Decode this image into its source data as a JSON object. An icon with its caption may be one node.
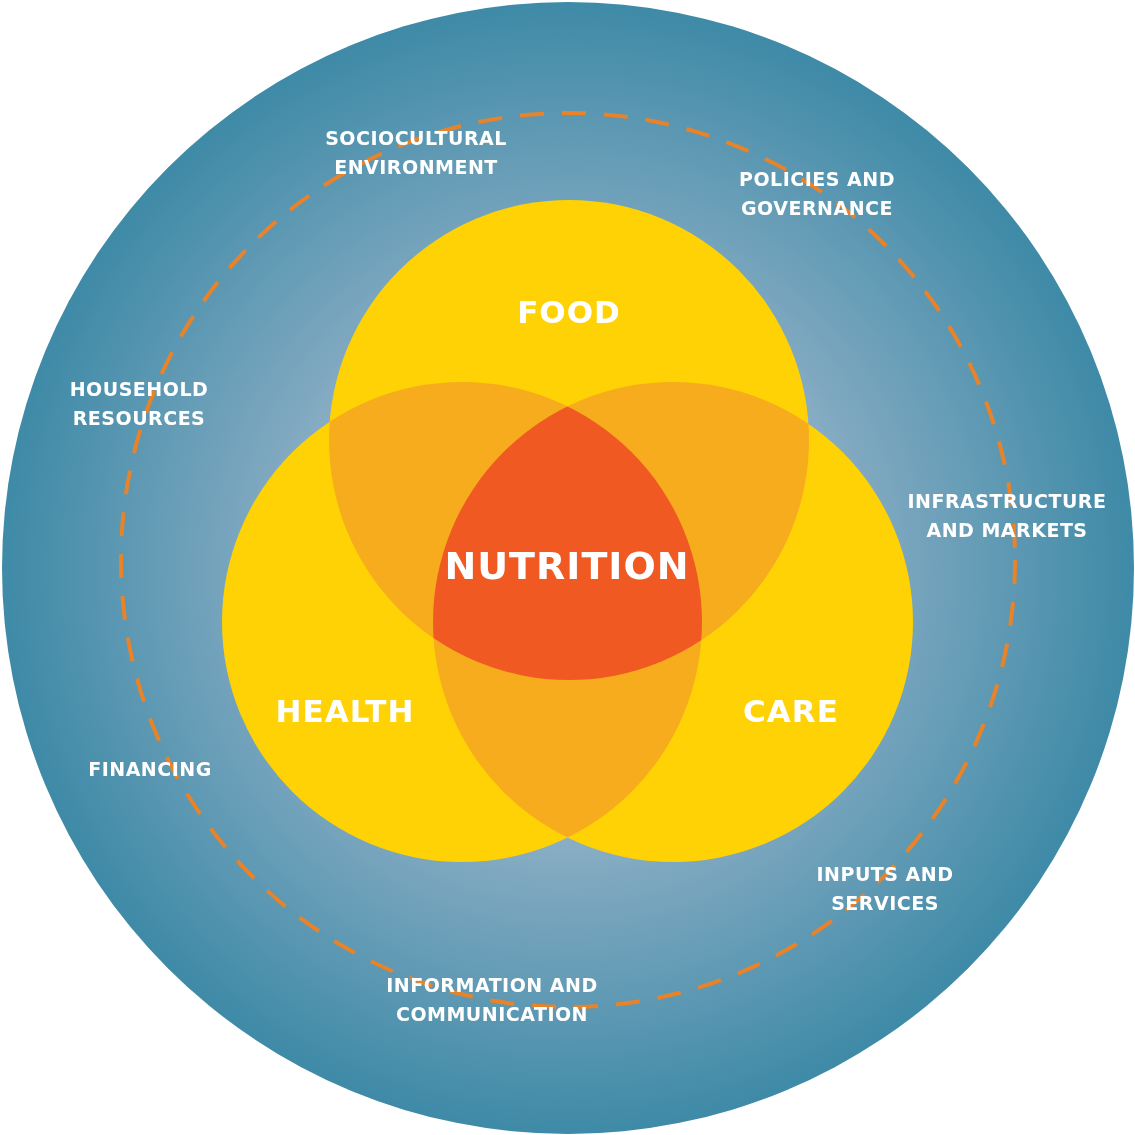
{
  "diagram": {
    "nodes": [
      {
        "text": [
          "FOOD"
        ]
      },
      {
        "text": [
          "HEALTH"
        ]
      },
      {
        "text": [
          "CARE"
        ]
      },
      {
        "text": [
          "NUTRITION"
        ]
      }
    ],
    "labels": [
      "SOCIOCULTURAL ENVIRONMENT",
      "POLICIES AND GOVERNANCE",
      "HOUSEHOLD RESOURCES",
      "INFRASTRUCTURE AND MARKETS",
      "FINANCING",
      "INPUTS AND SERVICES",
      "INFORMATION AND COMMUNICATION"
    ]
  }
}
